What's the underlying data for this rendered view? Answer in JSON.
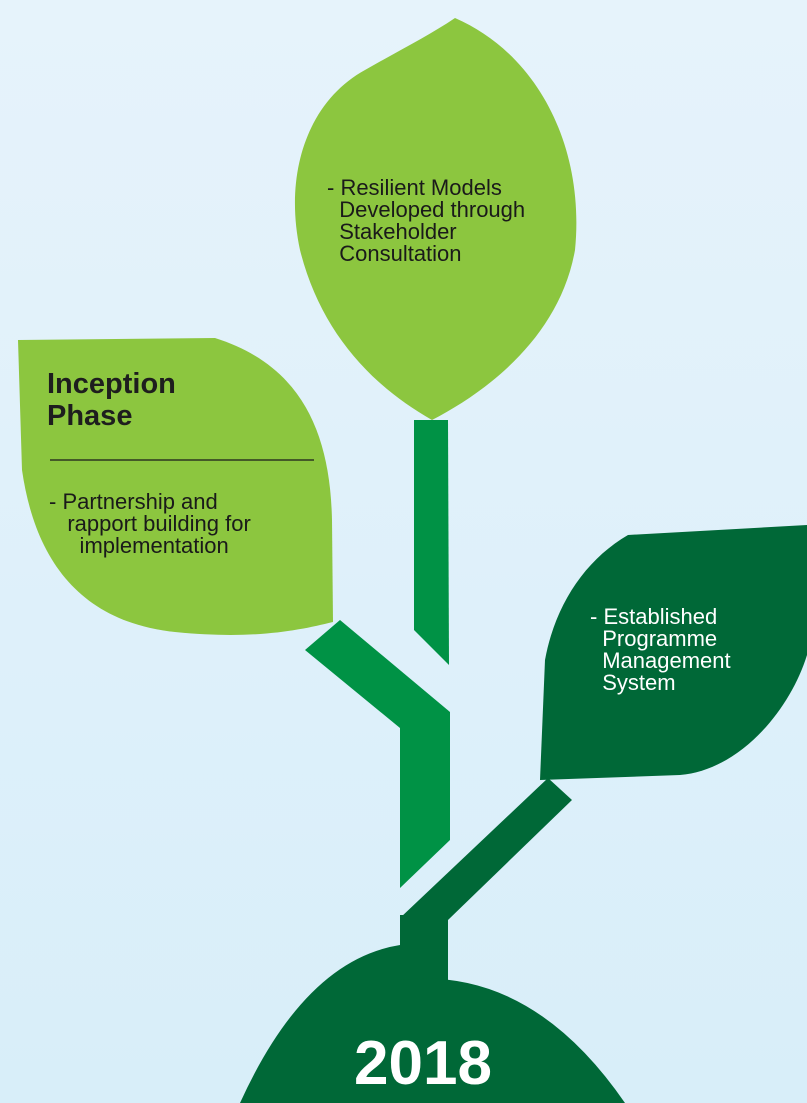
{
  "year": "2018",
  "left_leaf": {
    "heading": "Inception\nPhase",
    "text": "- Partnership and\n   rapport building for\n     implementation"
  },
  "top_leaf": {
    "text": "- Resilient Models\n  Developed through\n  Stakeholder\n  Consultation"
  },
  "right_leaf": {
    "text": "- Established\n  Programme\n  Management\n  System"
  },
  "colors": {
    "light_leaf": "#8cc63f",
    "medium_stem": "#009245",
    "dark_green": "#006837",
    "background": "#e2f2fb"
  }
}
